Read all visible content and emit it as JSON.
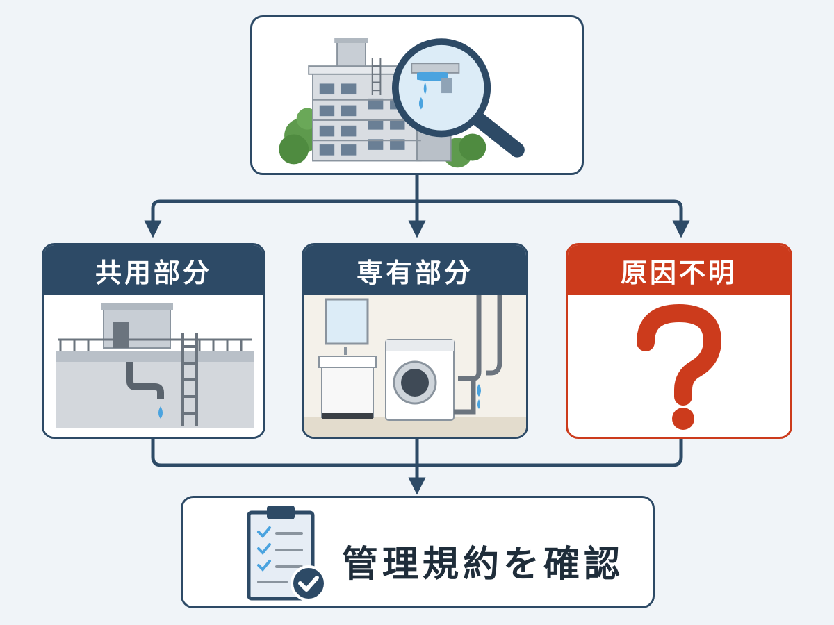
{
  "top": {
    "icon": "building-magnifier-leak-icon"
  },
  "cards": [
    {
      "label": "共用部分",
      "header_color": "#2d4a66",
      "border_color": "#2d4a66",
      "icon": "rooftop-pipe-leak-icon"
    },
    {
      "label": "専有部分",
      "header_color": "#2d4a66",
      "border_color": "#2d4a66",
      "icon": "laundry-room-pipe-leak-icon"
    },
    {
      "label": "原因不明",
      "header_color": "#cc3b1c",
      "border_color": "#cc3b1c",
      "icon": "question-mark-icon"
    }
  ],
  "result": {
    "label": "管理規約を確認",
    "icon": "clipboard-checklist-icon"
  },
  "colors": {
    "navy": "#2d4a66",
    "red": "#cc3b1c",
    "water": "#4aa3df",
    "background": "#f0f4f8"
  }
}
